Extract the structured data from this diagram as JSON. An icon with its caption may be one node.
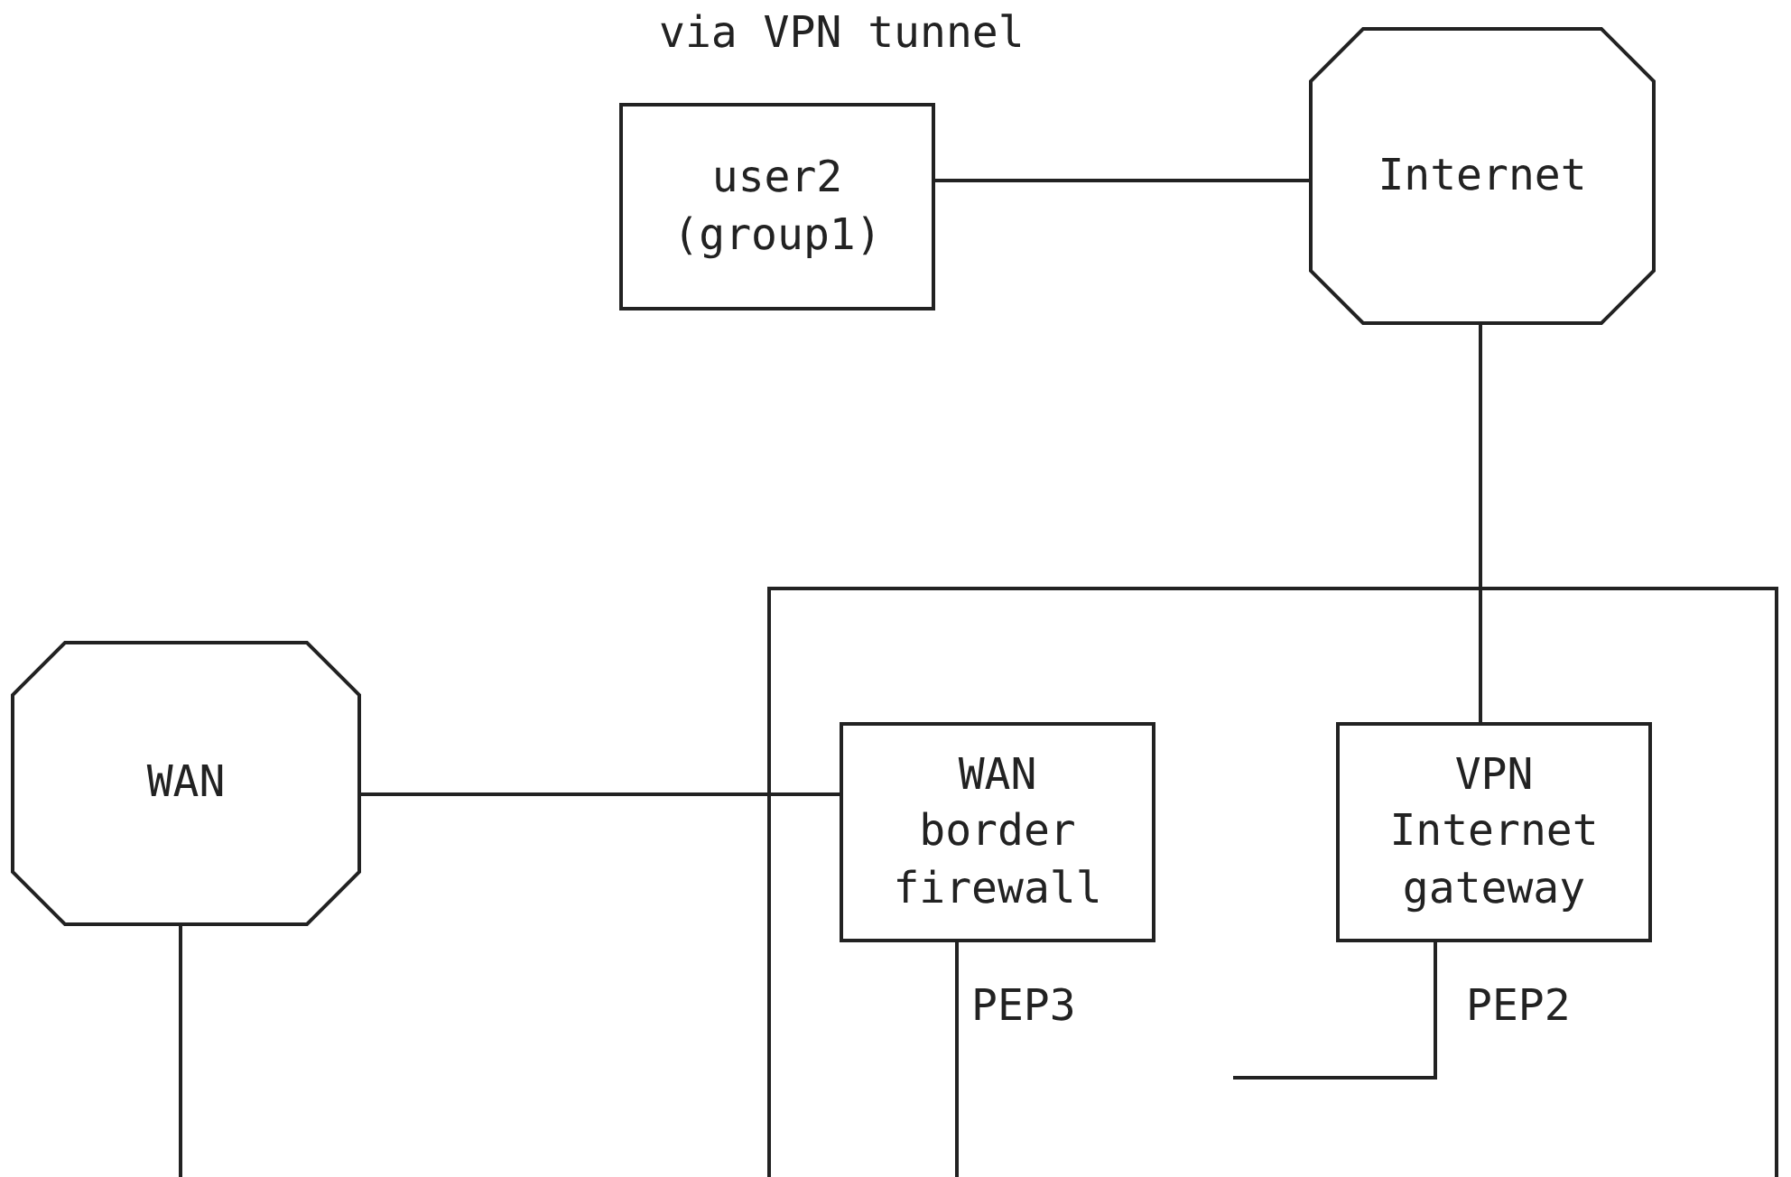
{
  "diagram": {
    "nodes": [
      {
        "text": [
          "user2 (group1)"
        ]
      },
      {
        "text": [
          "Internet"
        ]
      },
      {
        "text": [],
        "shape": "box"
      },
      {
        "text": [
          "WAN"
        ]
      },
      {
        "text": [
          "WAN border firewall"
        ],
        "in": 2,
        "beside": [
          "PEP3"
        ]
      },
      {
        "text": [
          "VPN Internet gateway"
        ],
        "in": 2,
        "beside": [
          "PEP2"
        ]
      }
    ],
    "edges": [
      {
        "from": 0,
        "to": 1,
        "arrow": "none"
      },
      {
        "from": 1,
        "to": 5,
        "arrow": "none"
      },
      {
        "from": 3,
        "to": 4,
        "arrow": "none"
      },
      {
        "from": 3,
        "to": null,
        "arrow": "none"
      },
      {
        "from": 4,
        "to": null,
        "arrow": "none"
      },
      {
        "from": 5,
        "to": null,
        "arrow": "none"
      }
    ],
    "labels": [
      "via VPN tunnel"
    ]
  }
}
